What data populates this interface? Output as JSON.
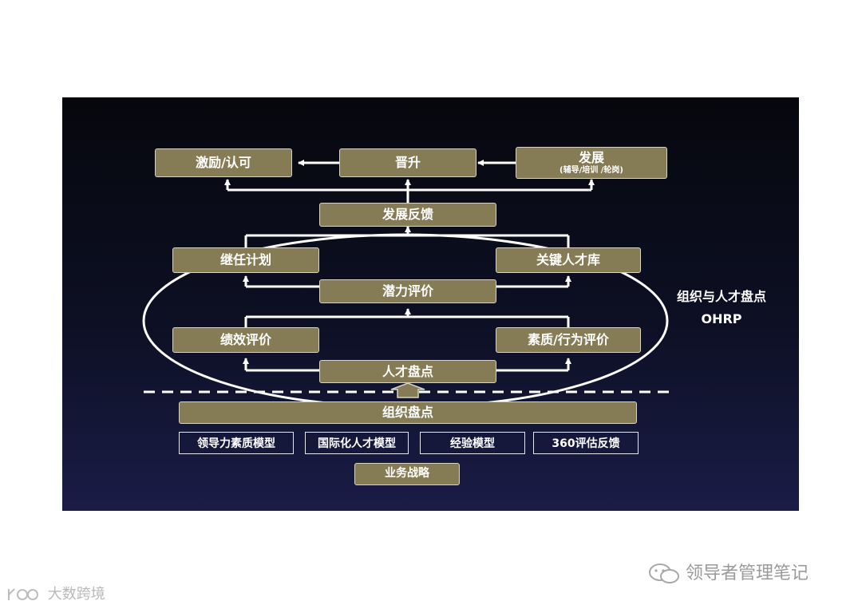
{
  "boxes": {
    "incentive": "激励/认可",
    "promotion": "晋升",
    "development": "发展",
    "development_sub": "(辅导/培训 /轮岗)",
    "dev_feedback": "发展反馈",
    "succession": "继任计划",
    "key_talent": "关键人才库",
    "potential": "潜力评价",
    "performance": "绩效评价",
    "competency": "素质/行为评价",
    "talent_review": "人才盘点",
    "org_review": "组织盘点",
    "business_strategy": "业务战略"
  },
  "models": [
    "领导力素质模型",
    "国际化人才模型",
    "经验模型",
    "360评估反馈"
  ],
  "ellipse_label": {
    "line1": "组织与人才盘点",
    "line2": "OHRP"
  },
  "watermarks": {
    "right": "领导者管理笔记",
    "left": "大数跨境"
  },
  "colors": {
    "box_fill": "#857c55",
    "box_border": "#d8d4c4",
    "background_top": "#06070d",
    "background_bottom": "#1a1c47"
  }
}
